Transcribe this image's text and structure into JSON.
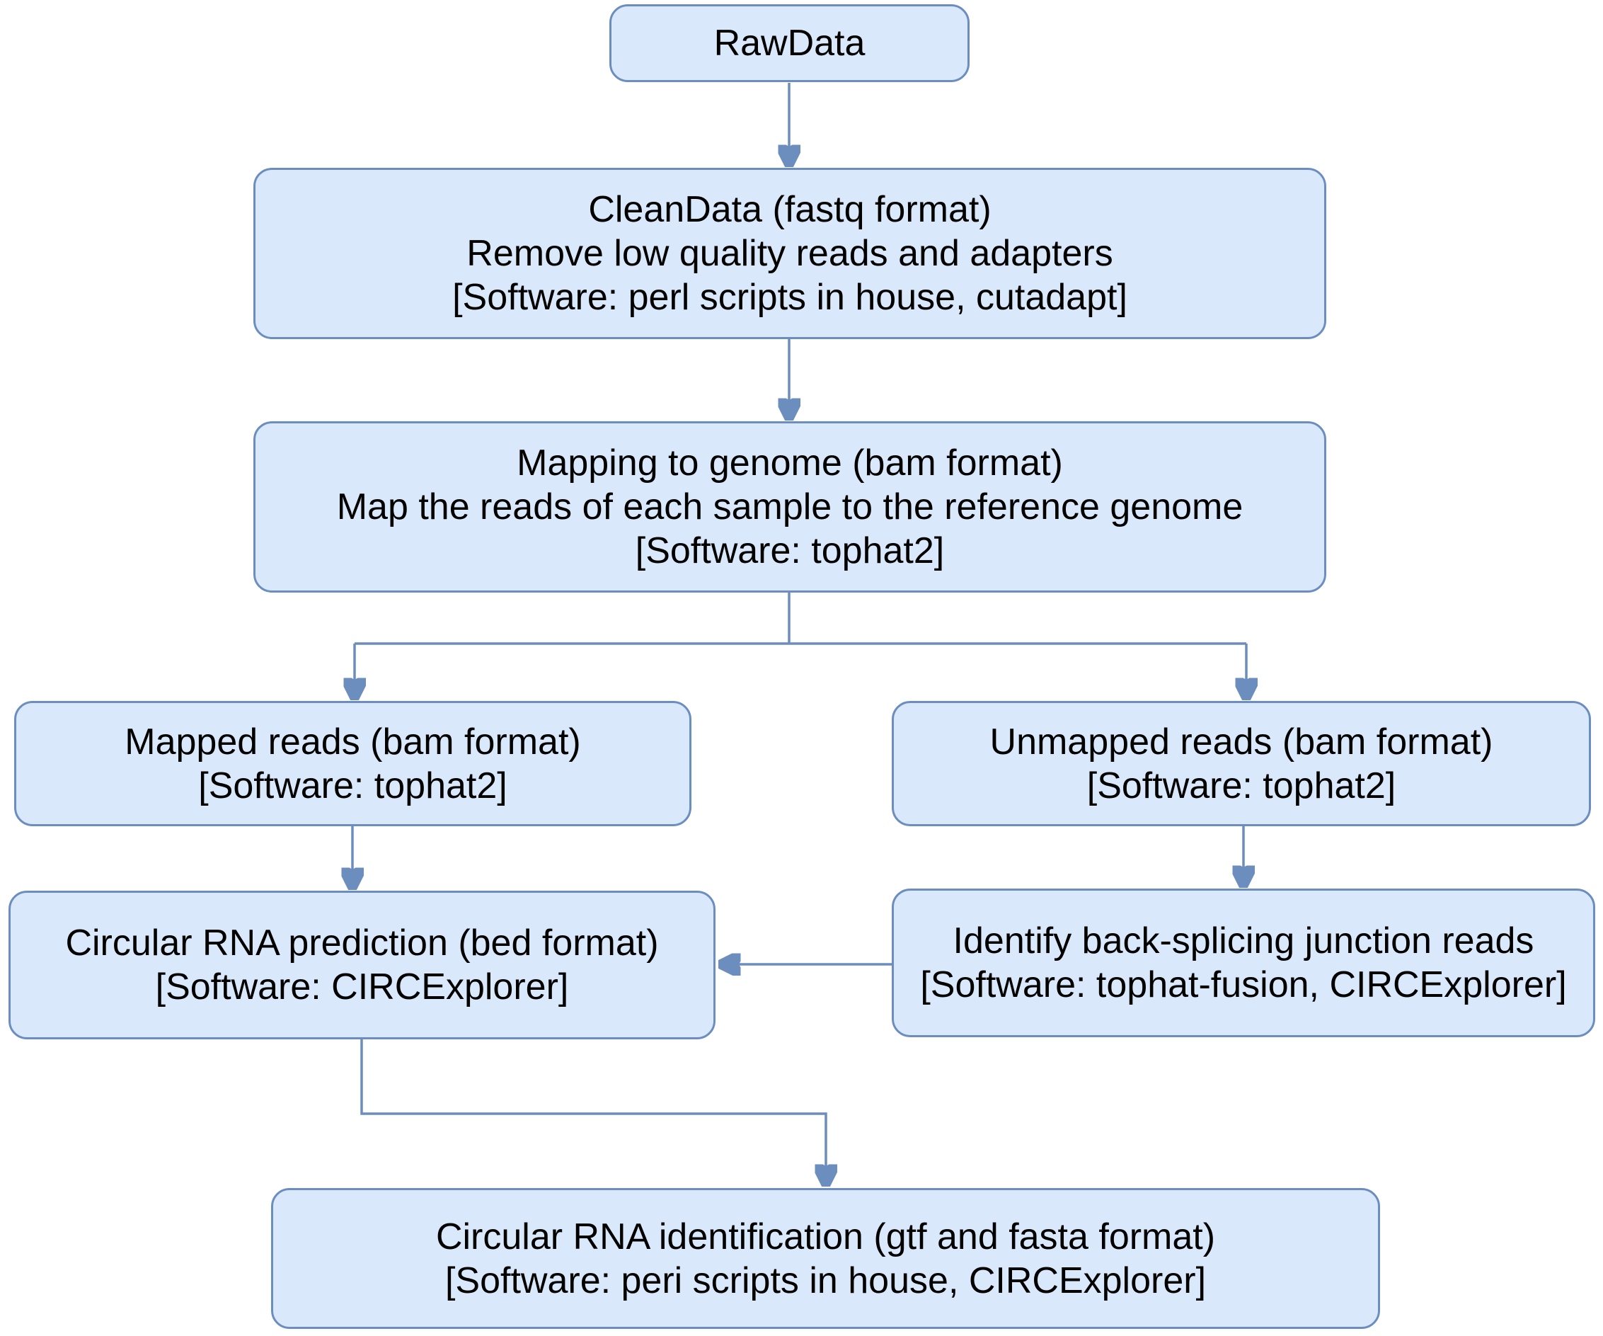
{
  "diagram": {
    "title": "Circular RNA identification pipeline flowchart",
    "background_color": "#ffffff",
    "node_fill_color": "#dae8fc",
    "node_stroke_color": "#6c8ebf",
    "text_color": "#000000"
  },
  "nodes": {
    "raw_data": {
      "lines": [
        "RawData"
      ]
    },
    "clean_data": {
      "lines": [
        "CleanData (fastq format)",
        "Remove low quality reads and adapters",
        "[Software: perl scripts in house, cutadapt]"
      ]
    },
    "mapping_to_genome": {
      "lines": [
        "Mapping to genome (bam format)",
        "Map the reads of each sample to the reference genome",
        "[Software: tophat2]"
      ]
    },
    "mapped_reads": {
      "lines": [
        "Mapped reads (bam format)",
        "[Software: tophat2]"
      ]
    },
    "unmapped_reads": {
      "lines": [
        "Unmapped reads (bam format)",
        "[Software: tophat2]"
      ]
    },
    "circular_rna_prediction": {
      "lines": [
        "Circular RNA prediction (bed format)",
        "[Software: CIRCExplorer]"
      ]
    },
    "identify_back_splicing": {
      "lines": [
        "Identify back-splicing junction reads",
        "[Software: tophat-fusion, CIRCExplorer]"
      ]
    },
    "circular_rna_identification": {
      "lines": [
        "Circular RNA identification (gtf and fasta format)",
        "[Software: peri scripts in house, CIRCExplorer]"
      ]
    }
  },
  "edges": [
    {
      "from": "raw_data",
      "to": "clean_data"
    },
    {
      "from": "clean_data",
      "to": "mapping_to_genome"
    },
    {
      "from": "mapping_to_genome",
      "to": "mapped_reads"
    },
    {
      "from": "mapping_to_genome",
      "to": "unmapped_reads"
    },
    {
      "from": "mapped_reads",
      "to": "circular_rna_prediction"
    },
    {
      "from": "unmapped_reads",
      "to": "identify_back_splicing"
    },
    {
      "from": "identify_back_splicing",
      "to": "circular_rna_prediction"
    },
    {
      "from": "circular_rna_prediction",
      "to": "circular_rna_identification"
    }
  ]
}
